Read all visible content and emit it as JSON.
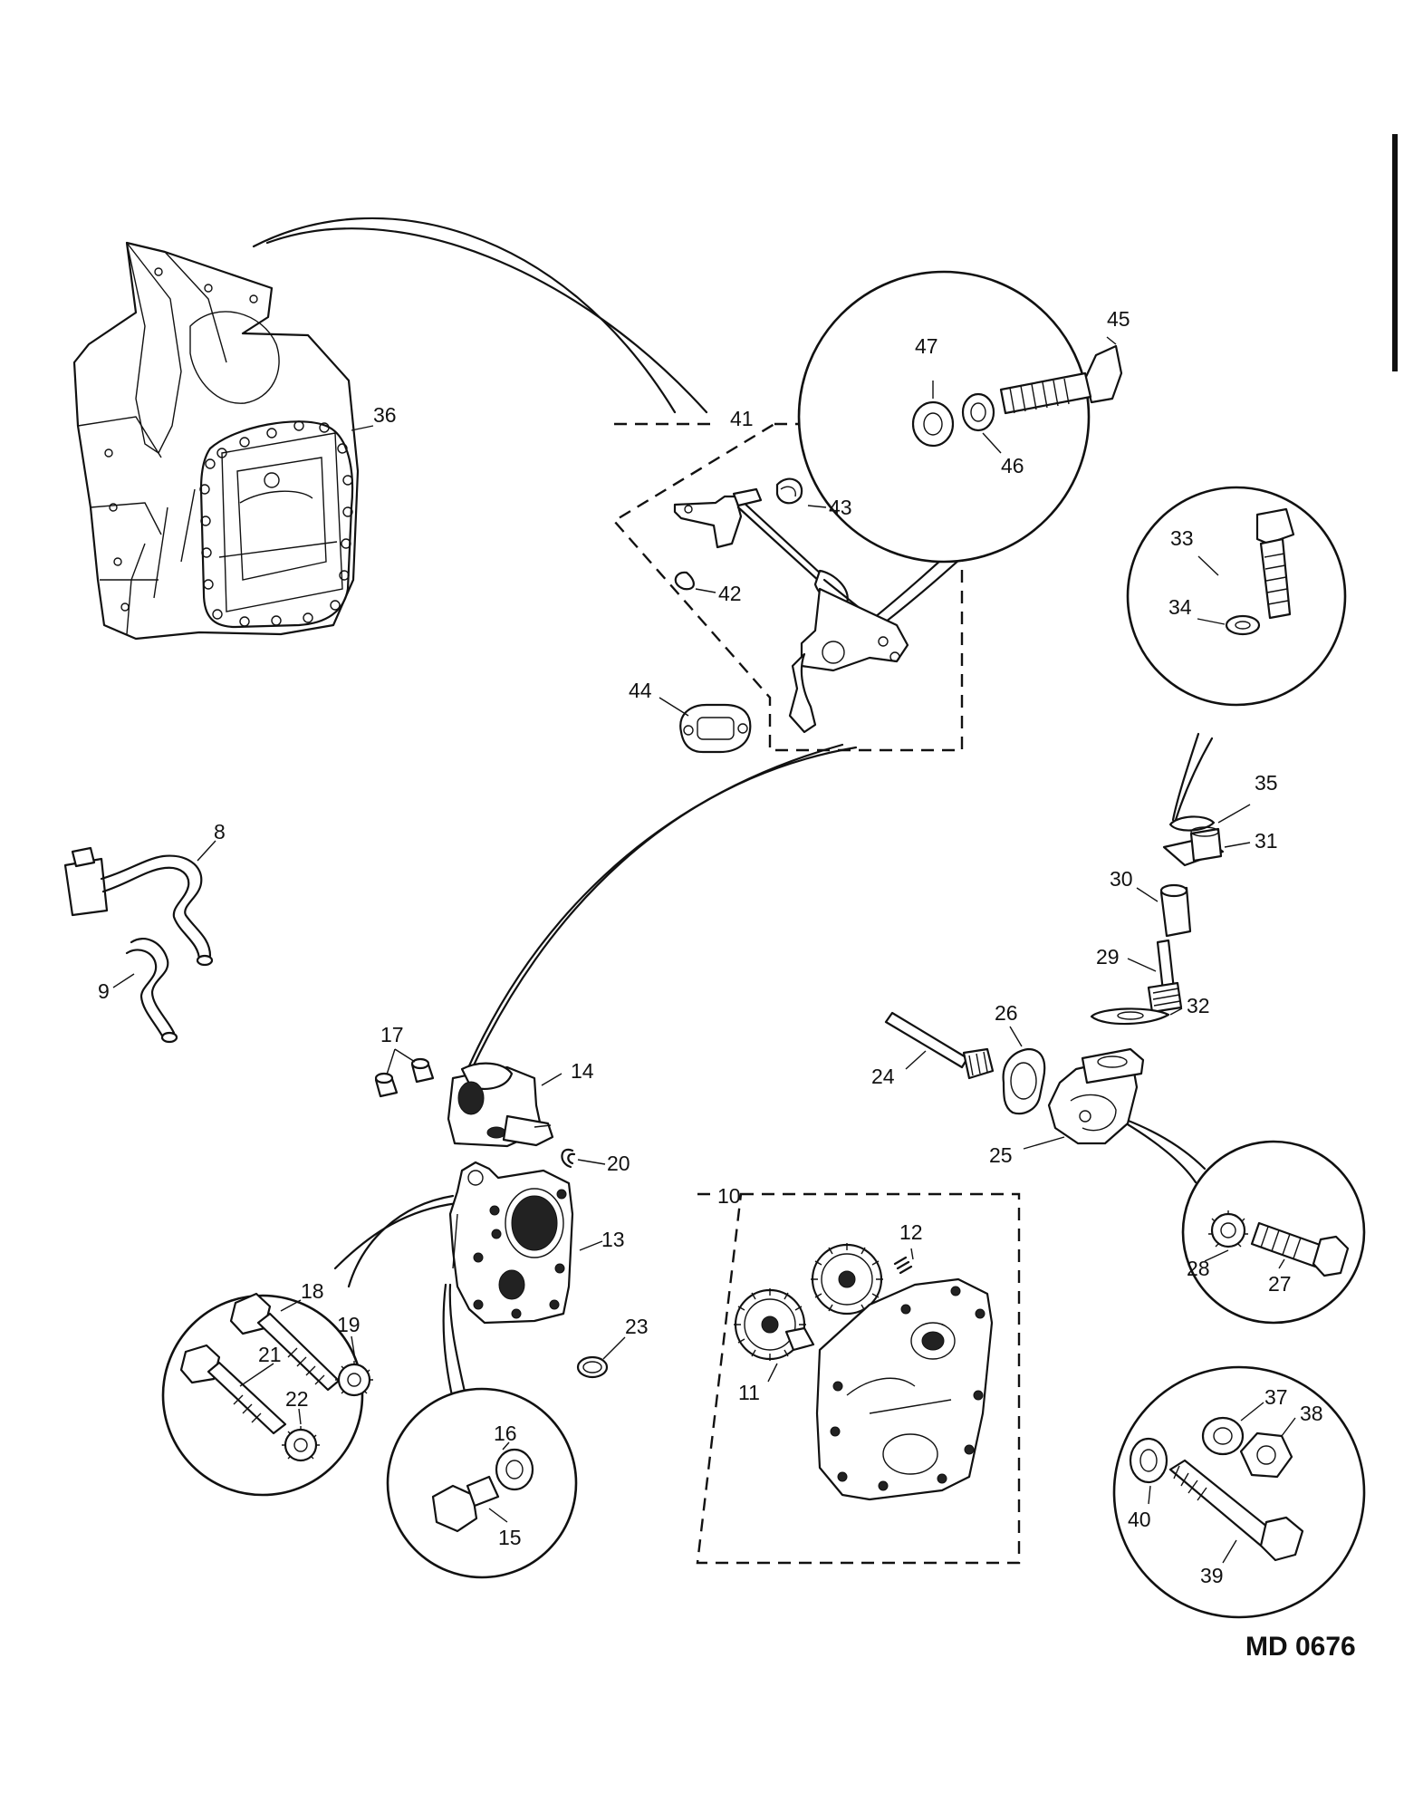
{
  "drawing_code": "MD 0676",
  "callouts": {
    "n8": "8",
    "n9": "9",
    "n10": "10",
    "n11": "11",
    "n12": "12",
    "n13": "13",
    "n14": "14",
    "n15": "15",
    "n16": "16",
    "n17": "17",
    "n18": "18",
    "n19": "19",
    "n20": "20",
    "n21": "21",
    "n22": "22",
    "n23": "23",
    "n24": "24",
    "n25": "25",
    "n26": "26",
    "n27": "27",
    "n28": "28",
    "n29": "29",
    "n30": "30",
    "n31": "31",
    "n32": "32",
    "n33": "33",
    "n34": "34",
    "n35": "35",
    "n36": "36",
    "n37": "37",
    "n38": "38",
    "n39": "39",
    "n40": "40",
    "n41": "41",
    "n42": "42",
    "n43": "43",
    "n44": "44",
    "n45": "45",
    "n46": "46",
    "n47": "47"
  }
}
